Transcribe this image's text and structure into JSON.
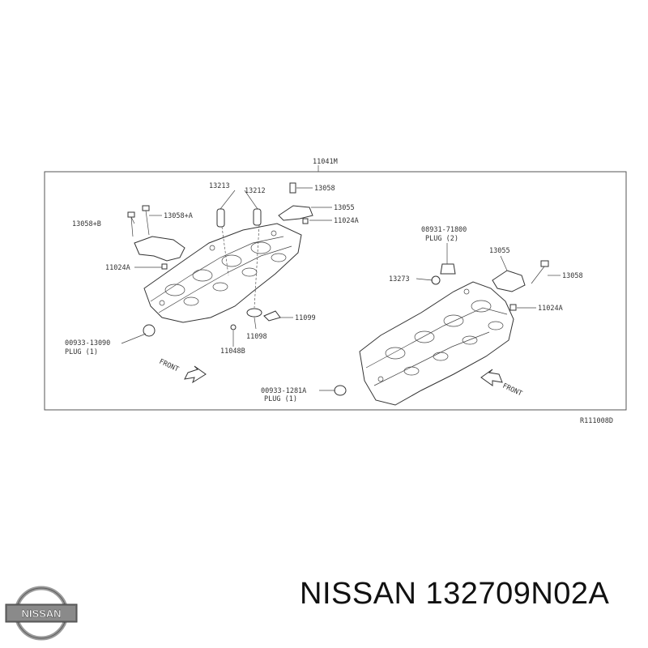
{
  "diagram": {
    "callouts": {
      "c11041M": "11041M",
      "c13213": "13213",
      "c13212": "13212",
      "c13058_top": "13058",
      "c13055_top": "13055",
      "c11024A_top": "11024A",
      "c13058B": "13058+B",
      "c13058A": "13058+A",
      "c11024A_left": "11024A",
      "c00933_13090": "00933-13090",
      "plug1_left": "PLUG (1)",
      "c11048B": "11048B",
      "c11098": "11098",
      "c11099": "11099",
      "c08931_71800": "08931-71800",
      "plug2": "PLUG (2)",
      "c13273": "13273",
      "c13055_right": "13055",
      "c13058_right": "13058",
      "c11024A_right": "11024A",
      "c00933_1281A": "00933-1281A",
      "plug1_right": "PLUG (1)",
      "front_left": "FRONT",
      "front_right": "FRONT",
      "ref_code": "R111008D"
    }
  },
  "brand": {
    "logo_text": "NISSAN",
    "part_label": "NISSAN 132709N02A"
  }
}
